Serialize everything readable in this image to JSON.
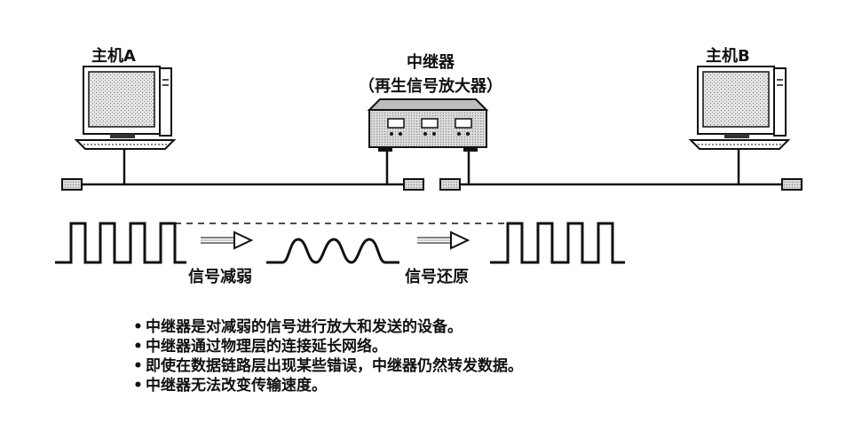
{
  "labels": {
    "host_a": "主机A",
    "host_b": "主机B",
    "repeater_title": "中继器",
    "repeater_subtitle": "（再生信号放大器）",
    "signal_weakened": "信号减弱",
    "signal_restored": "信号还原"
  },
  "bullets": [
    "中继器是对减弱的信号进行放大和发送的设备。",
    "中继器通过物理层的连接延长网络。",
    "即使在数据链路层出现某些错误，中继器仍然转发数据。",
    "中继器无法改变传输速度。"
  ],
  "colors": {
    "ink": "#111111",
    "screen": "#d4d4d4",
    "device_fill": "#cfcfcf"
  }
}
